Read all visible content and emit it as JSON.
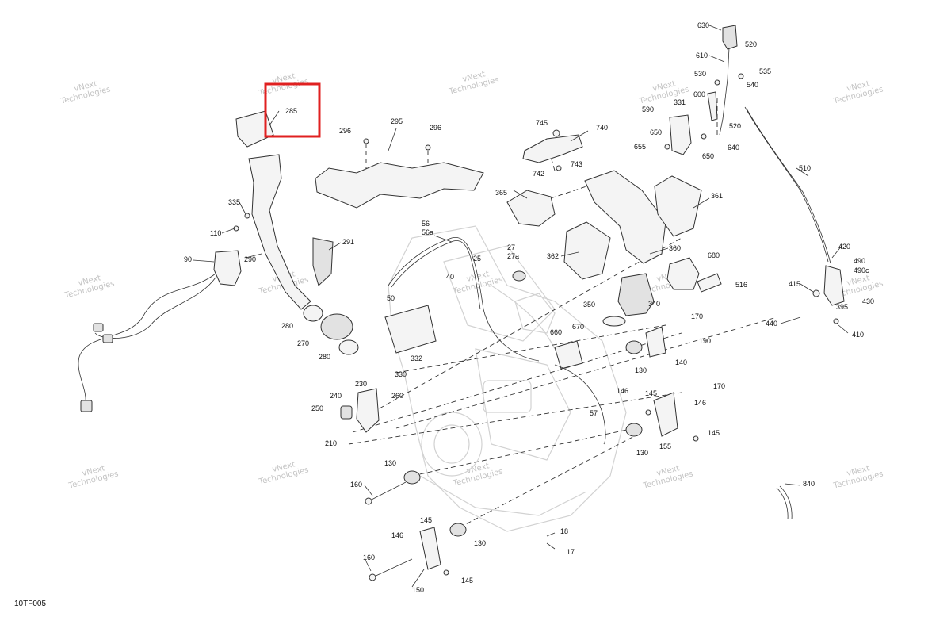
{
  "diagram_code": "10TF005",
  "watermark": {
    "line1": "vNext",
    "line2": "Technologies"
  },
  "highlight": {
    "part": "285",
    "color": "#e02020"
  },
  "colors": {
    "line": "#333333",
    "engine": "#d2d2d2",
    "watermark": "#c4c4c4"
  },
  "labels": [
    "285",
    "295",
    "296",
    "296",
    "745",
    "740",
    "743",
    "742",
    "365",
    "361",
    "360",
    "362",
    "630",
    "520",
    "610",
    "535",
    "530",
    "540",
    "600",
    "331",
    "590",
    "520",
    "650",
    "655",
    "640",
    "650",
    "510",
    "335",
    "110",
    "291",
    "290",
    "90",
    "56",
    "56a",
    "27",
    "27a",
    "25",
    "40",
    "680",
    "516",
    "50",
    "280",
    "270",
    "280",
    "350",
    "340",
    "660",
    "670",
    "170",
    "190",
    "140",
    "130",
    "332",
    "330",
    "230",
    "260",
    "240",
    "250",
    "210",
    "146",
    "145",
    "170",
    "146",
    "57",
    "130",
    "155",
    "145",
    "130",
    "160",
    "145",
    "146",
    "130",
    "18",
    "17",
    "160",
    "150",
    "145",
    "840",
    "415",
    "420",
    "490",
    "490c",
    "395",
    "430",
    "440",
    "410"
  ]
}
